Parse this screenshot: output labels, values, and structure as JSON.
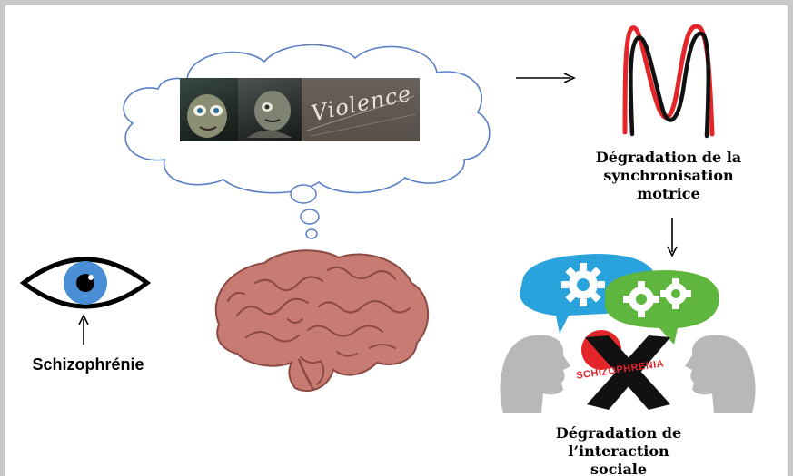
{
  "cloud": {
    "image_text": "Violence"
  },
  "left": {
    "label": "Schizophrénie"
  },
  "synchronisation": {
    "lines": [
      "Dégradation de la",
      "synchronisation",
      "motrice"
    ]
  },
  "social": {
    "stamp_text": "SCHIZOPHRENIA",
    "lines": [
      "Dégradation de",
      "l’interaction",
      "sociale"
    ]
  },
  "colors": {
    "red_trace": "#e3262a",
    "black_trace": "#111111",
    "speech_blue": "#2aa3dc",
    "speech_green": "#5fb63e",
    "eye_iris": "#4a8fd6",
    "brain": "#c77b73",
    "frame": "#c9c9c9"
  },
  "icons": [
    "eye-icon",
    "brain-icon",
    "thought-cloud-icon",
    "motion-trace-icon",
    "speech-gears-icon",
    "faces-icon",
    "cross-stamp-icon"
  ]
}
